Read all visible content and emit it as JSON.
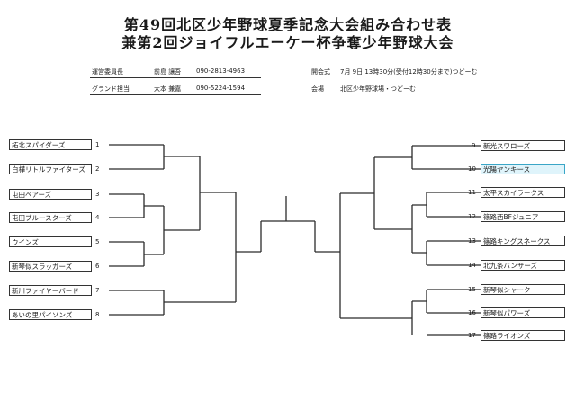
{
  "title": {
    "line1": "第49回北区少年野球夏季記念大会組み合わせ表",
    "line2": "兼第2回ジョイフルエーケー杯争奪少年野球大会"
  },
  "officials": [
    {
      "role": "運営委員長",
      "name": "前島 讓吾",
      "phone": "090-2813-4963"
    },
    {
      "role": "グランド担当",
      "name": "大本 兼嘉",
      "phone": "090-5224-1594"
    }
  ],
  "event": {
    "opening_label": "開会式",
    "opening_value": "7月 9日 13時30分(受付12時30分まで)つどーむ",
    "venue_label": "会場",
    "venue_value": "北区少年野球場・つどーむ"
  },
  "left_teams": [
    {
      "name": "拓北スパイダーズ",
      "num": "1"
    },
    {
      "name": "白樺リトルファイターズ",
      "num": "2"
    },
    {
      "name": "屯田ベアーズ",
      "num": "3"
    },
    {
      "name": "屯田ブルースターズ",
      "num": "4"
    },
    {
      "name": "ウインズ",
      "num": "5"
    },
    {
      "name": "新琴似スラッガーズ",
      "num": "6"
    },
    {
      "name": "新川ファイヤーバード",
      "num": "7"
    },
    {
      "name": "あいの里パイソンズ",
      "num": "8"
    }
  ],
  "right_teams": [
    {
      "name": "新光スワローズ",
      "num": "9"
    },
    {
      "name": "光陽ヤンキース",
      "num": "10"
    },
    {
      "name": "太平スカイラークス",
      "num": "11"
    },
    {
      "name": "篠路西BFジュニア",
      "num": "12"
    },
    {
      "name": "篠路キングスネークス",
      "num": "13"
    },
    {
      "name": "北九条バンサーズ",
      "num": "14"
    },
    {
      "name": "新琴似シャーク",
      "num": "15"
    },
    {
      "name": "新琴似パワーズ",
      "num": "16"
    },
    {
      "name": "篠路ライオンズ",
      "num": "17"
    }
  ],
  "highlight_color": "#dff4fb"
}
